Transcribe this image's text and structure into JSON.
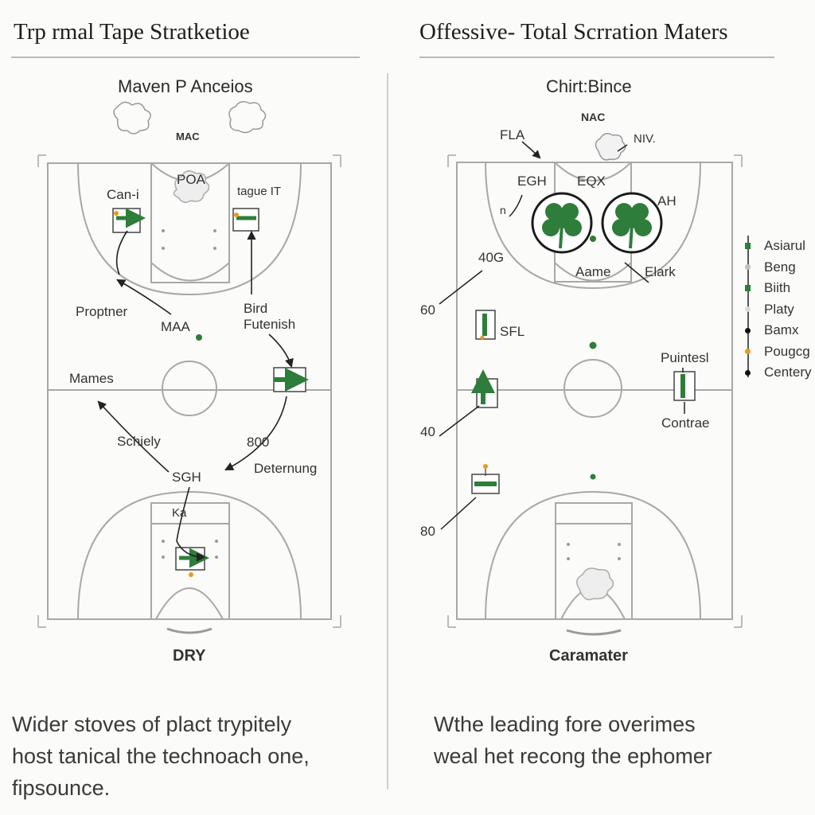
{
  "colors": {
    "green": "#2e7d3a",
    "dark_green": "#1f5f2a",
    "line": "#9a9a9a",
    "orange": "#e89a1c"
  },
  "left": {
    "title": "Trp rmal Tape Stratketioe",
    "subtitle": "Maven P Anceios",
    "top_badge": "MAC",
    "labels": {
      "poa": "POA",
      "can": "Can-i",
      "tague": "tague IT",
      "proptner": "Proptner",
      "maa": "MAA",
      "bird": "Bird",
      "futenish": "Futenish",
      "mames": "Mames",
      "schiely": "Schiely",
      "num800": "800",
      "sgh": "SGH",
      "deternung": "Deternung",
      "ka": "Ka"
    },
    "court_caption": "DRY",
    "caption_lines": [
      "Wider stoves of plact trypitely",
      "host tanical the technoach one,",
      "fipsounce."
    ]
  },
  "right": {
    "title": "Offessive- Total Scrration Maters",
    "subtitle": "Chirt:Bince",
    "top_badge": "NAC",
    "labels": {
      "fla": "FLA",
      "niv": "NIV.",
      "egh": "EGH",
      "eqx": "EQX",
      "ah": "AH",
      "n": "n",
      "aame": "Aame",
      "elark": "Elark",
      "num40g": "40G",
      "num60": "60",
      "sfl": "SFL",
      "puintesl": "Puintesl",
      "contrae": "Contrae",
      "num40": "40",
      "num80": "80"
    },
    "court_caption": "Caramater",
    "caption_lines": [
      "Wthe leading fore overimes",
      "weal het recong the ephomer"
    ]
  },
  "legend": [
    {
      "label": "Asiarul",
      "color": "#2e7d3a",
      "shape": "square"
    },
    {
      "label": "Beng",
      "color": "#bdbdbd",
      "shape": "dot"
    },
    {
      "label": "Biith",
      "color": "#2e7d3a",
      "shape": "square"
    },
    {
      "label": "Platy",
      "color": "#d9d9d9",
      "shape": "dot"
    },
    {
      "label": "Bamx",
      "color": "#111111",
      "shape": "dot"
    },
    {
      "label": "Pougcg",
      "color": "#e89a1c",
      "shape": "dot"
    },
    {
      "label": "Centery",
      "color": "#111111",
      "shape": "dot"
    }
  ]
}
